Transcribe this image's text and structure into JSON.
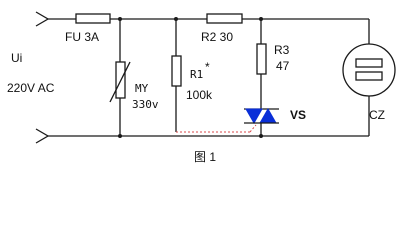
{
  "labels": {
    "input_label": "Ui",
    "input_voltage": "220V AC",
    "fuse": "FU 3A",
    "varistor_name": "MY",
    "varistor_value": "330v",
    "r1_name": "R1",
    "r1_star": "*",
    "r1_value": "100k",
    "r2": "R2 30",
    "r3_name": "R3",
    "r3_value": "47",
    "triac": "VS",
    "socket": "CZ",
    "figure_caption": "图 1"
  },
  "colors": {
    "line": "#1a1a1a",
    "triac_fill": "#0a2fd8",
    "dashed_wire": "#d84a4a"
  }
}
